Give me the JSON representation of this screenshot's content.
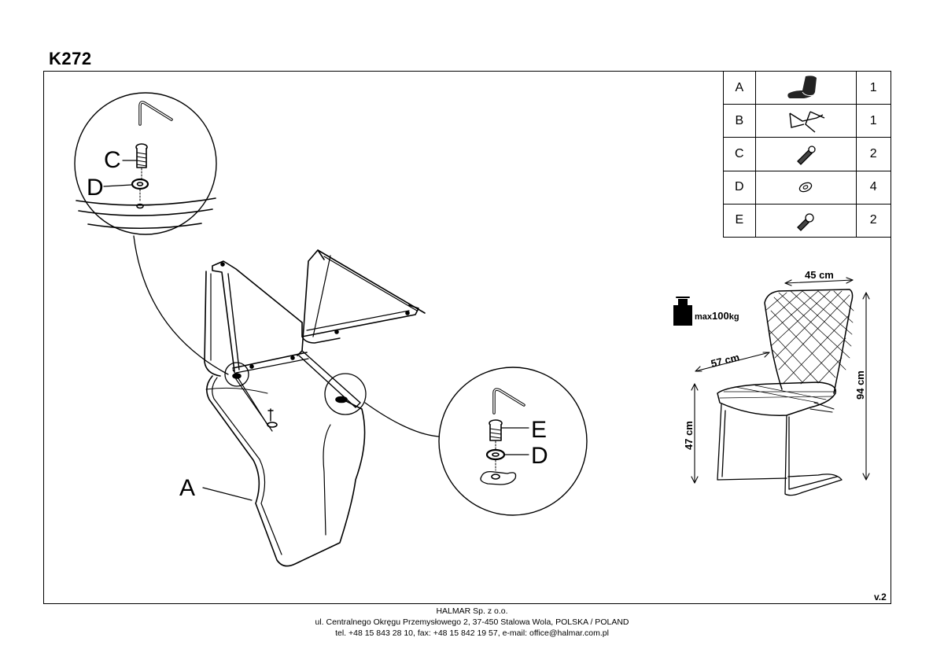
{
  "title": "K272",
  "version": "v.2",
  "parts": [
    {
      "letter": "A",
      "icon": "chair-seat-icon",
      "qty": "1"
    },
    {
      "letter": "B",
      "icon": "chair-frame-icon",
      "qty": "1"
    },
    {
      "letter": "C",
      "icon": "screw-long-icon",
      "qty": "2"
    },
    {
      "letter": "D",
      "icon": "washer-icon",
      "qty": "4"
    },
    {
      "letter": "E",
      "icon": "screw-short-icon",
      "qty": "2"
    }
  ],
  "callouts": {
    "a": "A",
    "c": "C",
    "d1": "D",
    "e": "E",
    "d2": "D"
  },
  "dimensions": {
    "width": "45 cm",
    "depth": "57 cm",
    "seat_height": "47 cm",
    "height": "94 cm"
  },
  "load": {
    "prefix": "max",
    "value": "100",
    "unit": "kg",
    "icon": "weight-icon"
  },
  "footer": {
    "company": "HALMAR Sp. z o.o.",
    "address": "ul. Centralnego Okręgu Przemysłowego 2, 37-450 Stalowa Wola, POLSKA / POLAND",
    "contact": "tel. +48 15 843 28 10, fax: +48 15 842 19 57, e-mail: office@halmar.com.pl"
  }
}
